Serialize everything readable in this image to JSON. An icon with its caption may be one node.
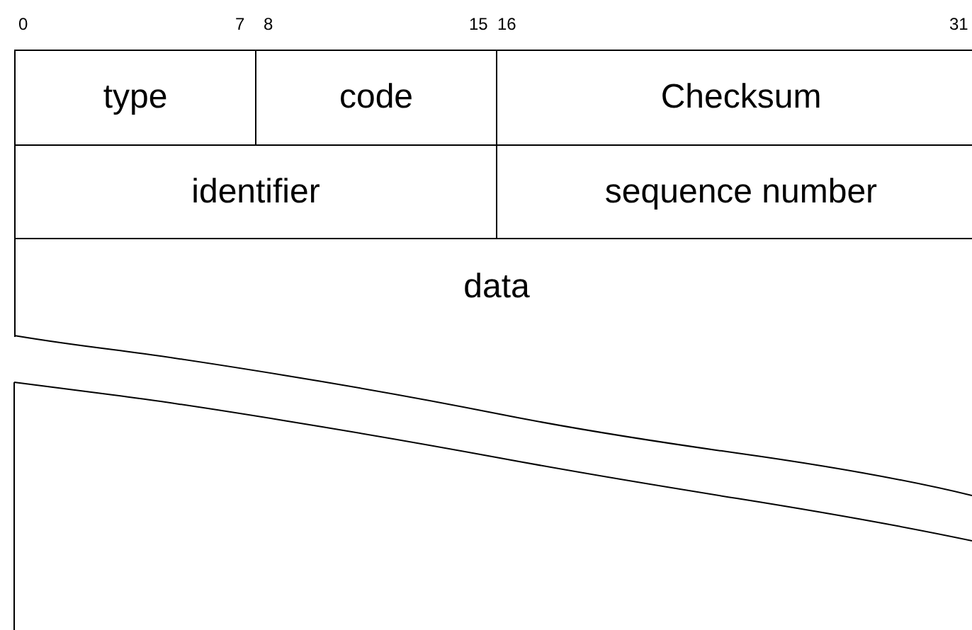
{
  "diagram": {
    "nodes": [
      {
        "text": [
          "type"
        ]
      },
      {
        "text": [
          "code"
        ]
      },
      {
        "text": [
          "Checksum"
        ]
      },
      {
        "text": [
          "identifier"
        ]
      },
      {
        "text": [
          "sequence number"
        ]
      },
      {
        "text": [
          "data"
        ]
      }
    ],
    "labels": [
      "0",
      "7",
      "8",
      "15",
      "16",
      "31"
    ]
  }
}
